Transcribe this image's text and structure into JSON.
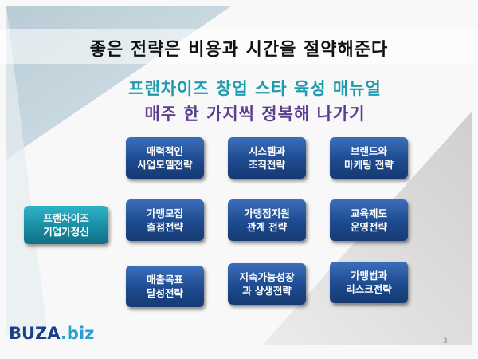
{
  "slide": {
    "headline": "좋은 전략은 비용과 시간을 절약해준다",
    "subtitle_line1": "프랜차이즈 창업 스타 육성 매뉴얼",
    "subtitle_line2": "매주 한 가지씩 정복해 나가기",
    "center_box": {
      "line1": "프랜차이즈",
      "line2": "기업가정신"
    },
    "strategy_boxes": [
      {
        "line1": "매력적인",
        "line2": "사업모델전략"
      },
      {
        "line1": "시스템과",
        "line2": "조직전략"
      },
      {
        "line1": "브랜드와",
        "line2": "마케팅 전략"
      },
      {
        "line1": "가맹모집",
        "line2": "출점전략"
      },
      {
        "line1": "가맹점지원",
        "line2": "관계 전략"
      },
      {
        "line1": "교육제도",
        "line2": "운영전략"
      },
      {
        "line1": "매출목표",
        "line2": "달성전략"
      },
      {
        "line1": "지속가능성장",
        "line2": "과 상생전략"
      },
      {
        "line1": "가맹법과",
        "line2": "리스크전략"
      }
    ],
    "logo": {
      "part1": "BUZA",
      "part2": ".biz"
    },
    "page_number": "3"
  },
  "colors": {
    "title_text": "#111111",
    "subtitle1": "#1f9bb0",
    "subtitle2": "#5b3f8f",
    "box_fill": "#1e4a8f",
    "center_box_fill": "#1789a0",
    "logo_dark": "#1d3f87",
    "logo_light": "#2a9fd6"
  }
}
